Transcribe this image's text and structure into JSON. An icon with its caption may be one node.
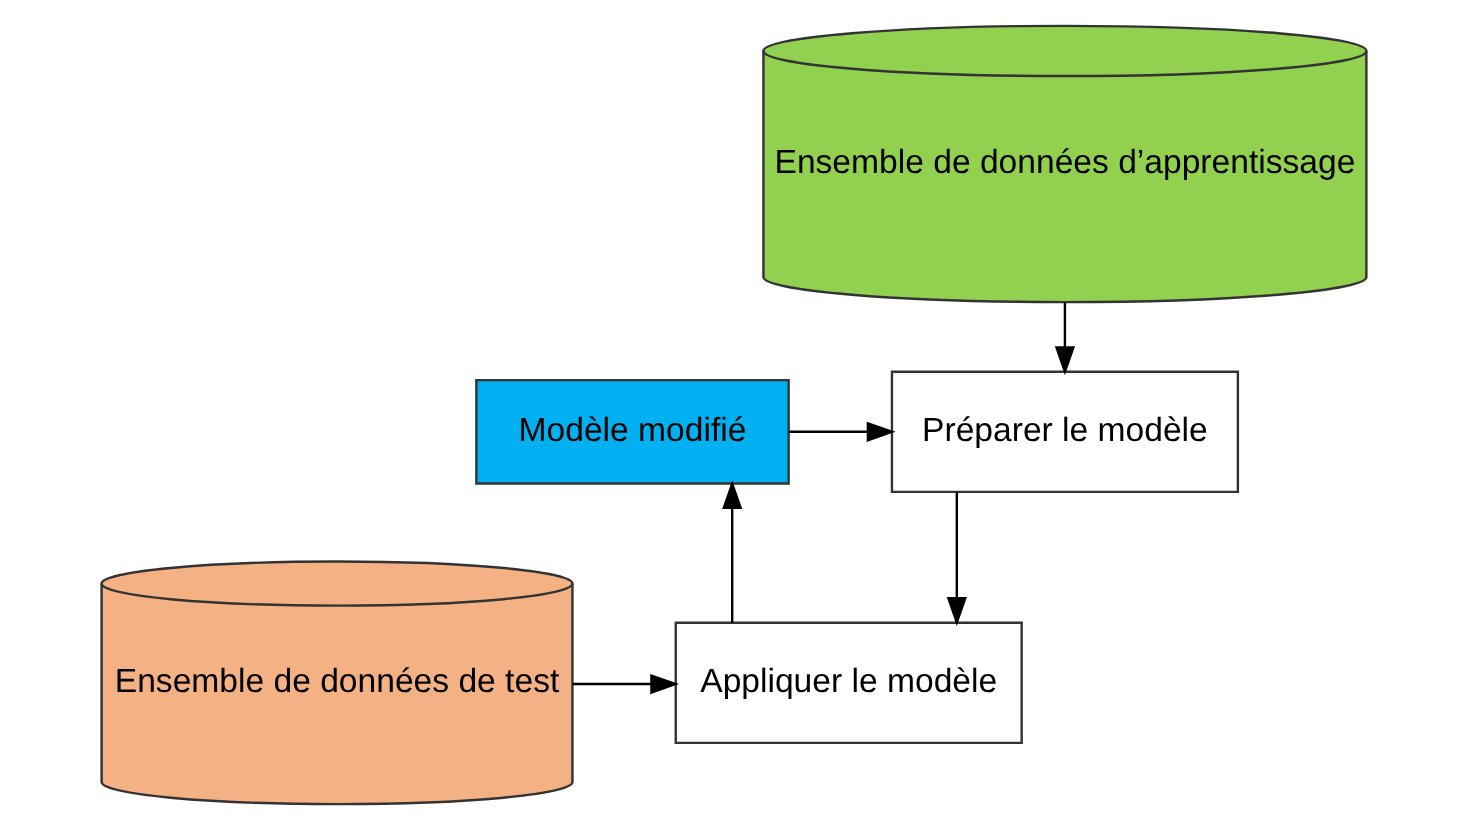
{
  "diagram": {
    "nodes": [
      {
        "text": [
          "Ensemble de données d’apprentissage"
        ]
      },
      {
        "text": [
          "Préparer le modèle"
        ]
      },
      {
        "text": [
          "Modèle modifié"
        ]
      },
      {
        "text": [
          "Appliquer le modèle"
        ]
      },
      {
        "text": [
          "Ensemble de données de test"
        ]
      }
    ],
    "edges": [
      {
        "from": 0,
        "to": 1,
        "arrow": "to"
      },
      {
        "from": 2,
        "to": 1,
        "arrow": "to"
      },
      {
        "from": 1,
        "to": 3,
        "arrow": "to"
      },
      {
        "from": 4,
        "to": 3,
        "arrow": "to"
      },
      {
        "from": 3,
        "to": 2,
        "arrow": "to"
      }
    ]
  }
}
